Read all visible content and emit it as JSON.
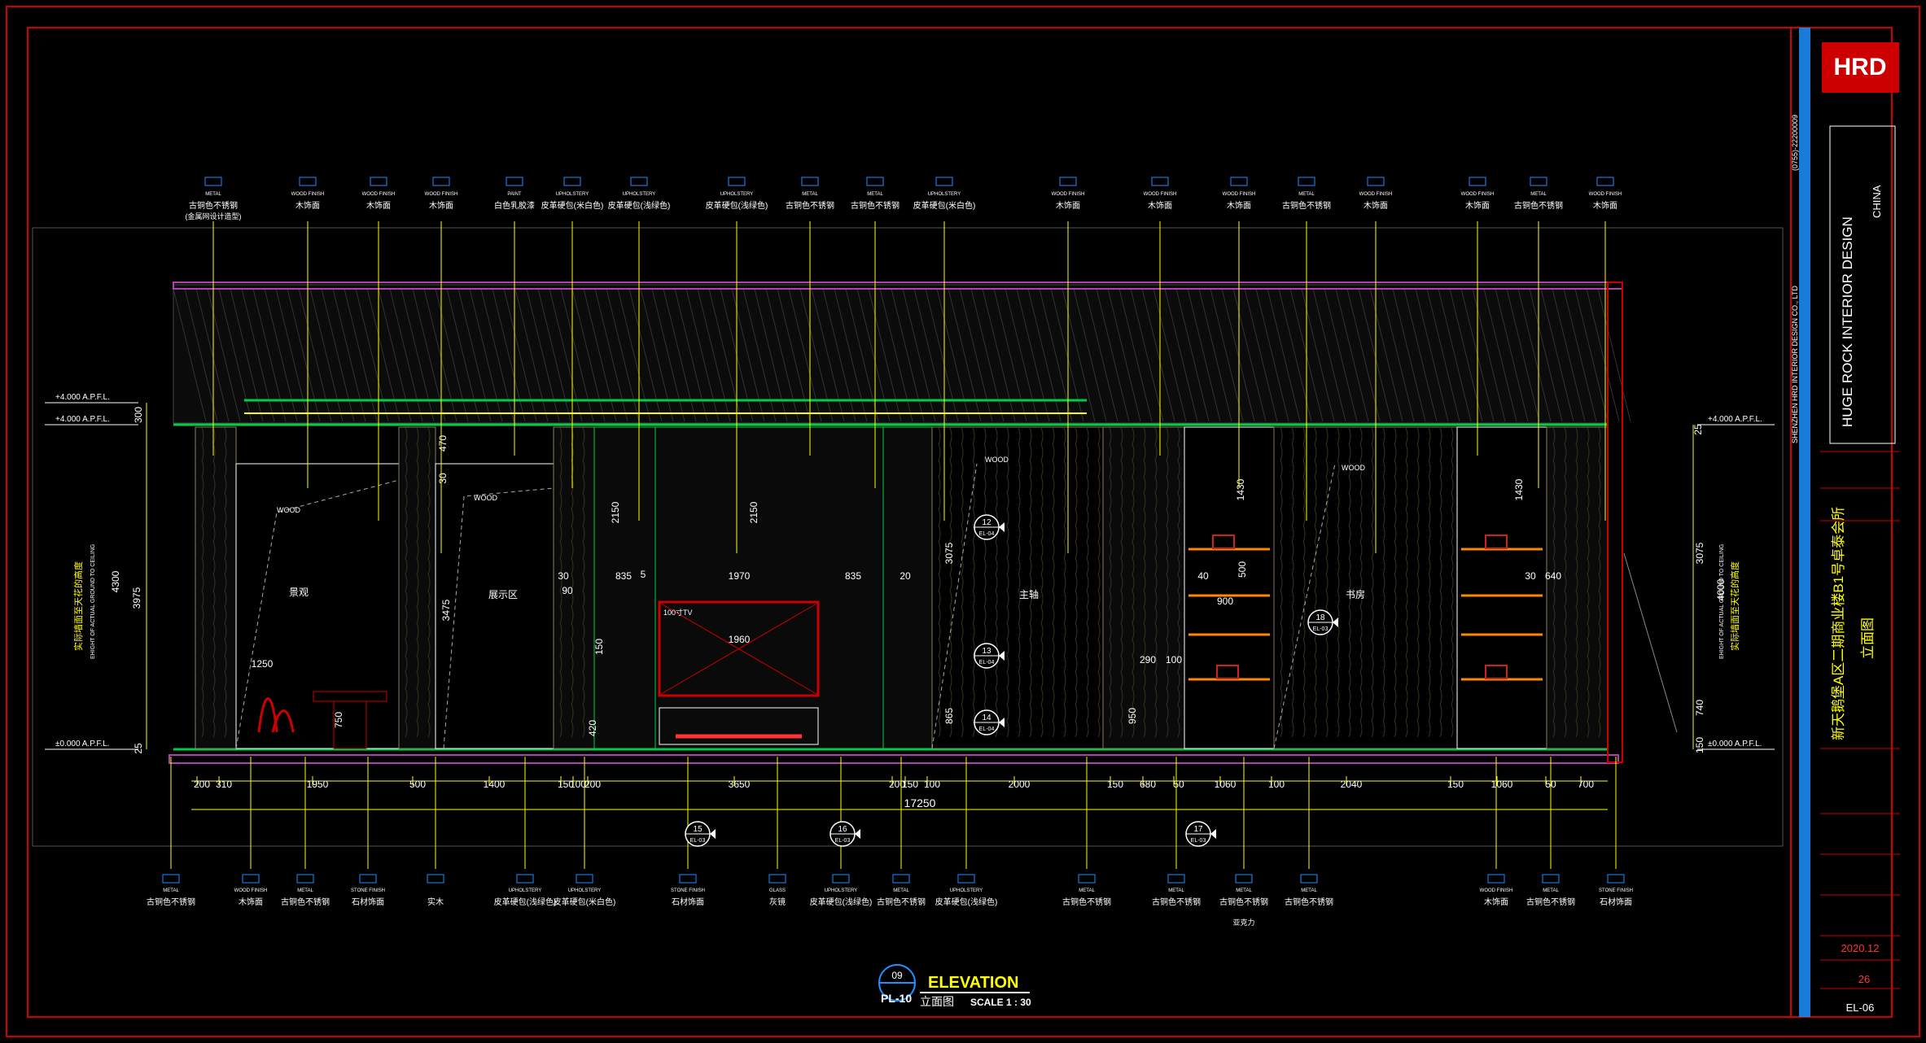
{
  "colors": {
    "background": "#000000",
    "frame": "#cc0000",
    "dim": "#ffff00",
    "wall": "#00cc44",
    "ceiling": "#b040b0",
    "annotation": "#ffffff",
    "accent_blue": "#1e90ff",
    "wood": "#8b7d5a"
  },
  "title_block": {
    "company_lines": [
      "SHENZHEN HRD INTERIOR DESIGN CO., LTD",
      "(0755)-22200009"
    ],
    "brand": "HUGE ROCK INTERIOR DESIGN",
    "country": "CHINA",
    "logo_text": "HRD",
    "project_title": "新天鹅堡A区二期商业楼B1号卓泰会所",
    "sheet_title": "立面图",
    "date": "2020.12",
    "page_number": "26",
    "drawing_number": "EL-06"
  },
  "elevation_title": {
    "number": "09",
    "sheet_ref": "PL-10",
    "title_en": "ELEVATION",
    "title_cn": "立面图",
    "scale": "SCALE 1 : 30"
  },
  "levels": {
    "left": [
      "+4.000 A.P.F.L.",
      "+4.000 A.P.F.L.",
      "±0.000 A.P.F.L."
    ],
    "right": [
      "+4.000 A.P.F.L.",
      "±0.000 A.P.F.L."
    ]
  },
  "side_notes": {
    "left_cn": "实际墙面至天花的高度",
    "left_en": "EHIGHT OF ACTUAL GROUND TO CEILING",
    "right_cn": "实际墙面至天花的高度",
    "right_en": "EHIGHT OF ACTUAL GROUND TO CEILING"
  },
  "top_callouts": [
    {
      "cat": "METAL",
      "label": "古铜色不锈钢",
      "sub": "(金属网设计造型)"
    },
    {
      "cat": "WOOD FINISH",
      "label": "木饰面"
    },
    {
      "cat": "WOOD FINISH",
      "label": "木饰面"
    },
    {
      "cat": "WOOD FINISH",
      "label": "木饰面"
    },
    {
      "cat": "PAINT",
      "label": "白色乳胶漆"
    },
    {
      "cat": "UPHOLSTERY",
      "label": "皮革硬包(米白色)"
    },
    {
      "cat": "UPHOLSTERY",
      "label": "皮革硬包(浅绿色)"
    },
    {
      "cat": "UPHOLSTERY",
      "label": "皮革硬包(浅绿色)"
    },
    {
      "cat": "METAL",
      "label": "古铜色不锈钢"
    },
    {
      "cat": "METAL",
      "label": "古铜色不锈钢"
    },
    {
      "cat": "UPHOLSTERY",
      "label": "皮革硬包(米白色)"
    },
    {
      "cat": "WOOD FINISH",
      "label": "木饰面"
    },
    {
      "cat": "WOOD FINISH",
      "label": "木饰面"
    },
    {
      "cat": "WOOD FINISH",
      "label": "木饰面"
    },
    {
      "cat": "METAL",
      "label": "古铜色不锈钢"
    },
    {
      "cat": "WOOD FINISH",
      "label": "木饰面"
    },
    {
      "cat": "WOOD FINISH",
      "label": "木饰面"
    },
    {
      "cat": "METAL",
      "label": "古铜色不锈钢"
    },
    {
      "cat": "WOOD FINISH",
      "label": "木饰面"
    }
  ],
  "bottom_callouts": [
    {
      "cat": "METAL",
      "label": "古铜色不锈钢"
    },
    {
      "cat": "WOOD FINISH",
      "label": "木饰面"
    },
    {
      "cat": "METAL",
      "label": "古铜色不锈钢"
    },
    {
      "cat": "STONE FINISH",
      "label": "石材饰面"
    },
    {
      "cat": "",
      "label": "实木"
    },
    {
      "cat": "UPHOLSTERY",
      "label": "皮革硬包(浅绿色)"
    },
    {
      "cat": "UPHOLSTERY",
      "label": "皮革硬包(米白色)"
    },
    {
      "cat": "STONE FINISH",
      "label": "石材饰面"
    },
    {
      "cat": "GLASS",
      "label": "灰镜"
    },
    {
      "cat": "UPHOLSTERY",
      "label": "皮革硬包(浅绿色)"
    },
    {
      "cat": "METAL",
      "label": "古铜色不锈钢"
    },
    {
      "cat": "UPHOLSTERY",
      "label": "皮革硬包(浅绿色)"
    },
    {
      "cat": "METAL",
      "label": "古铜色不锈钢"
    },
    {
      "cat": "METAL",
      "label": "古铜色不锈钢"
    },
    {
      "cat": "METAL",
      "label": "古铜色不锈钢",
      "sub": "亚克力"
    },
    {
      "cat": "METAL",
      "label": "古铜色不锈钢"
    },
    {
      "cat": "WOOD FINISH",
      "label": "木饰面"
    },
    {
      "cat": "METAL",
      "label": "古铜色不锈钢"
    },
    {
      "cat": "STONE FINISH",
      "label": "石材饰面"
    }
  ],
  "room_labels": [
    "景观",
    "展示区",
    "主轴",
    "书房"
  ],
  "dimensions": {
    "bottom_segments": [
      "200",
      "310",
      "1950",
      "500",
      "1400",
      "150",
      "100",
      "200",
      "3650",
      "200",
      "150",
      "100",
      "2000",
      "150",
      "680",
      "50",
      "1060",
      "100",
      "2040",
      "150",
      "1060",
      "50",
      "700"
    ],
    "overall": "17250",
    "left_vertical": [
      "300",
      "4300",
      "3975",
      "25"
    ],
    "right_vertical": [
      "25",
      "3075",
      "4000",
      "740",
      "150"
    ],
    "inner": [
      "1250",
      "750",
      "3475",
      "30",
      "470",
      "2150",
      "2150",
      "835",
      "1970",
      "835",
      "1960",
      "30",
      "20",
      "90",
      "5",
      "3075",
      "865",
      "950",
      "290",
      "100",
      "1430",
      "500",
      "900",
      "1430",
      "640",
      "30",
      "40",
      "420",
      "150"
    ]
  },
  "section_markers": [
    {
      "num": "12",
      "ref": "EL-04"
    },
    {
      "num": "13",
      "ref": "EL-04"
    },
    {
      "num": "14",
      "ref": "EL-04"
    },
    {
      "num": "15",
      "ref": "EL-03"
    },
    {
      "num": "16",
      "ref": "EL-03"
    },
    {
      "num": "17",
      "ref": "EL-03"
    },
    {
      "num": "18",
      "ref": "EL-03"
    }
  ],
  "small_labels": {
    "wood": "WOOD",
    "tv": "100寸TV"
  }
}
